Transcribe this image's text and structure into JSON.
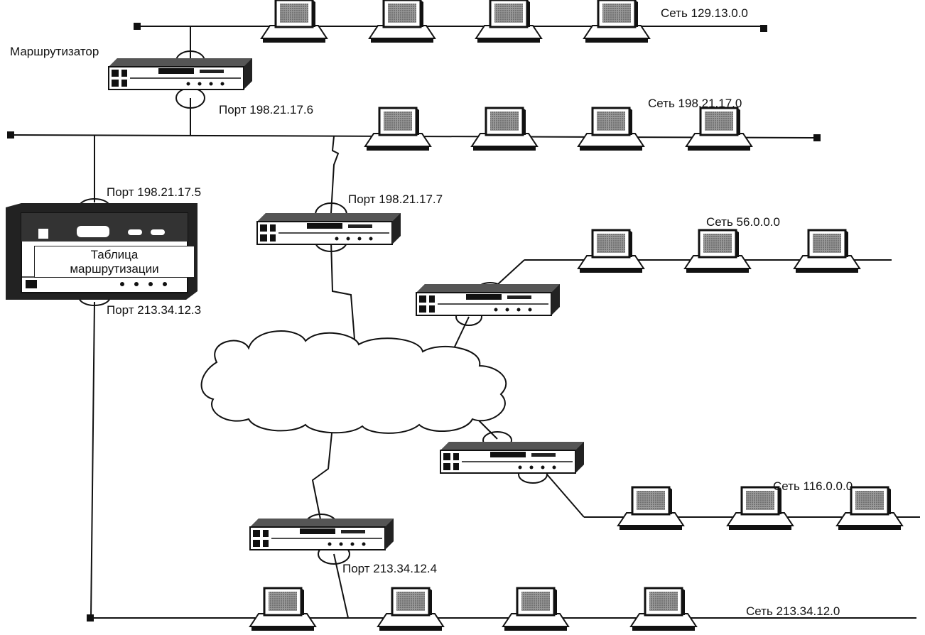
{
  "labels": {
    "router_title": "Маршрутизатор",
    "table_line1": "Таблица",
    "table_line2": "маршрутизации",
    "net_129": "Сеть 129.13.0.0",
    "net_198": "Сеть 198.21.17.0",
    "net_56": "Сеть 56.0.0.0",
    "net_116": "Сеть 116.0.0.0",
    "net_213": "Сеть 213.34.12.0",
    "port_198_6": "Порт 198.21.17.6",
    "port_198_5": "Порт 198.21.17.5",
    "port_198_7": "Порт 198.21.17.7",
    "port_213_3": "Порт 213.34.12.3",
    "port_213_4": "Порт 213.34.12.4"
  }
}
